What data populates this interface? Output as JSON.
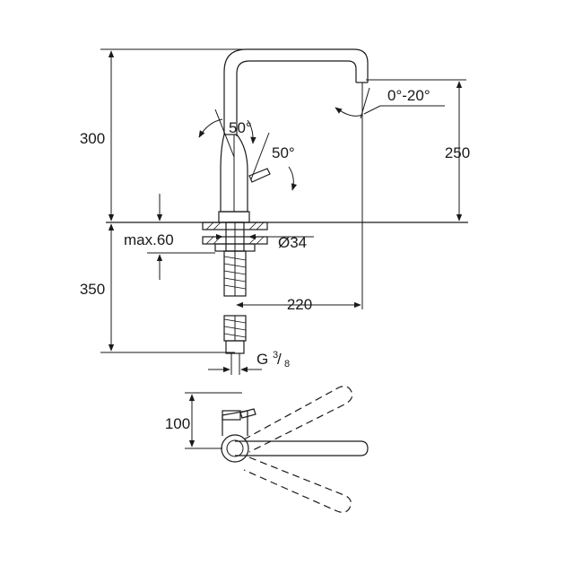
{
  "dimensions": {
    "total_height": "300",
    "spout_height": "250",
    "below_deck": "350",
    "max_deck": "max.60",
    "hole_diameter": "Ø34",
    "reach": "220",
    "lever_angle_front": "50°",
    "lever_angle_side": "50°",
    "spout_tilt": "0°-20°",
    "depth": "100",
    "connection_thread": "G",
    "thread_num": "3",
    "thread_den": "8"
  }
}
